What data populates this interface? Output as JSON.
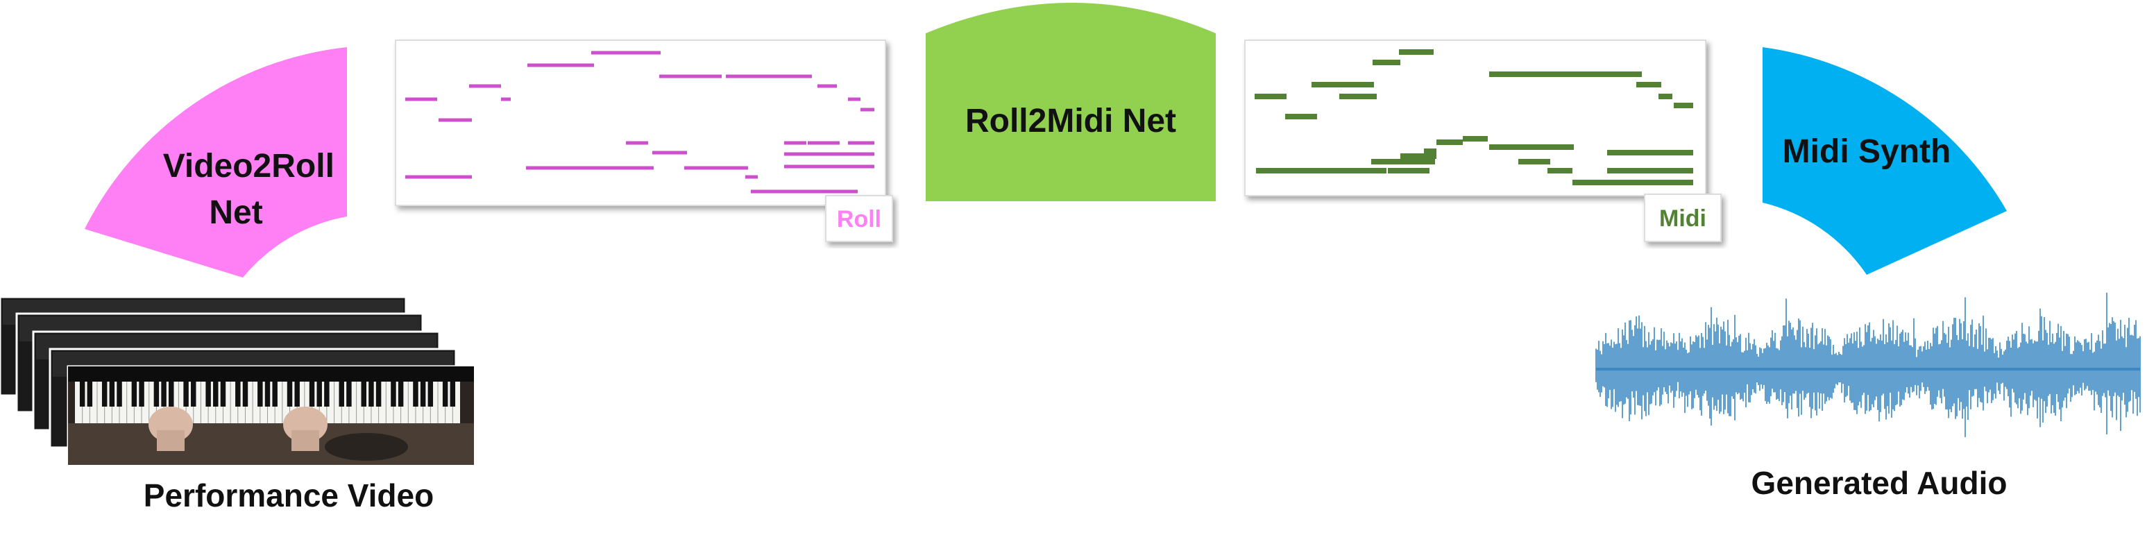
{
  "stages": {
    "video2roll": {
      "label_line1": "Video2Roll",
      "label_line2": "Net",
      "color": "#ff80f4"
    },
    "roll2midi": {
      "label": "Roll2Midi Net",
      "color": "#92d050"
    },
    "midisynth": {
      "label": "Midi Synth",
      "color": "#00b0f0"
    }
  },
  "inputs": {
    "performance_video_label": "Performance Video"
  },
  "outputs": {
    "generated_audio_label": "Generated Audio"
  },
  "roll_panel": {
    "tag": "Roll",
    "color": "#cc4fcc",
    "tag_color": "#ff80f4"
  },
  "midi_panel": {
    "tag": "Midi",
    "color": "#548235",
    "tag_color": "#548235"
  },
  "waveform": {
    "color": "#3b88c3"
  }
}
